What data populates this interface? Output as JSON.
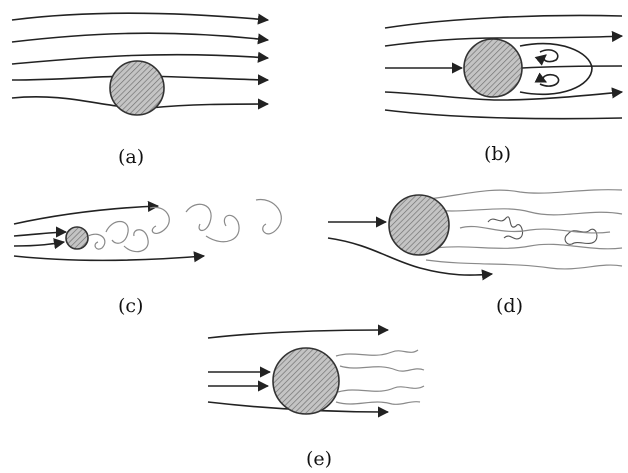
{
  "panels": [
    {
      "id": "a",
      "label": "(a)"
    },
    {
      "id": "b",
      "label": "(b)"
    },
    {
      "id": "c",
      "label": "(c)"
    },
    {
      "id": "d",
      "label": "(d)"
    },
    {
      "id": "e",
      "label": "(e)"
    }
  ],
  "colors": {
    "streamline": "#222222",
    "cylinder_fill": "#bdbdbd",
    "wake": "#8a8a8a",
    "background": "#ffffff"
  },
  "icons": [
    "arrowhead",
    "hatched-cylinder"
  ]
}
